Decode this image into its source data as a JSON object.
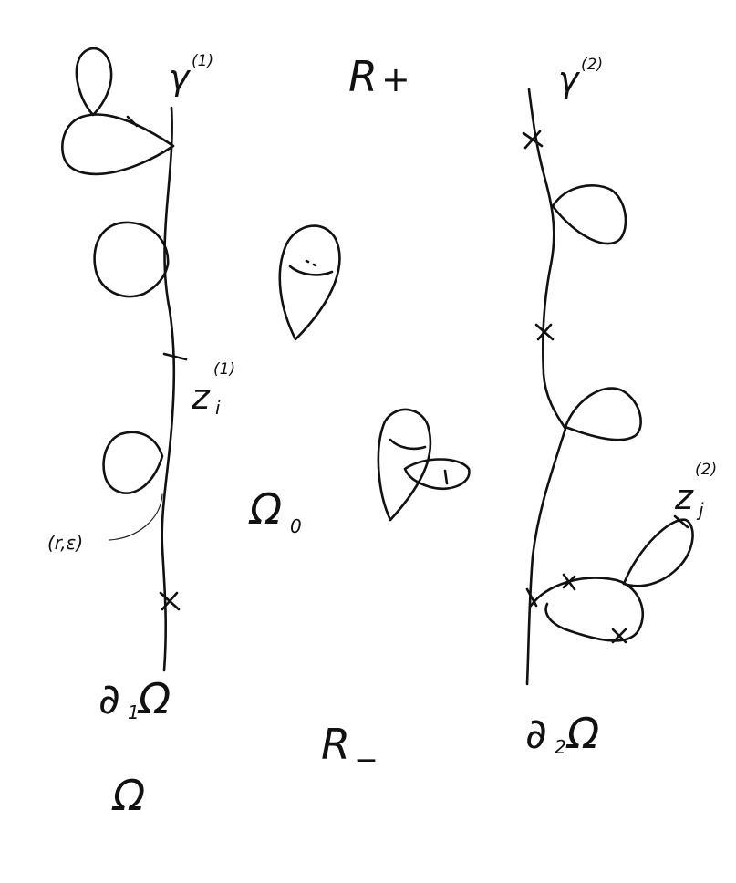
{
  "labels": {
    "gamma1": "γ",
    "gamma1_sup": "(1)",
    "gamma2": "γ",
    "gamma2_sup": "(2)",
    "r_plus": "R",
    "r_plus_sign": "+",
    "r_minus": "R",
    "r_minus_sign": "_",
    "z1": "z",
    "z1_sup": "(1)",
    "z1_sub": "i",
    "z2": "z",
    "z2_sup": "(2)",
    "z2_sub": "j",
    "r_eps": "(r,ε)",
    "omega0": "Ω",
    "omega0_sub": "0",
    "d1_omega": "∂",
    "d1_sub": "1",
    "d1_omega_tail": "Ω",
    "d2_omega": "∂",
    "d2_sub": "2",
    "d2_omega_tail": "Ω",
    "omega": "Ω"
  },
  "colors": {
    "ink": "#111111",
    "paper": "#ffffff"
  }
}
